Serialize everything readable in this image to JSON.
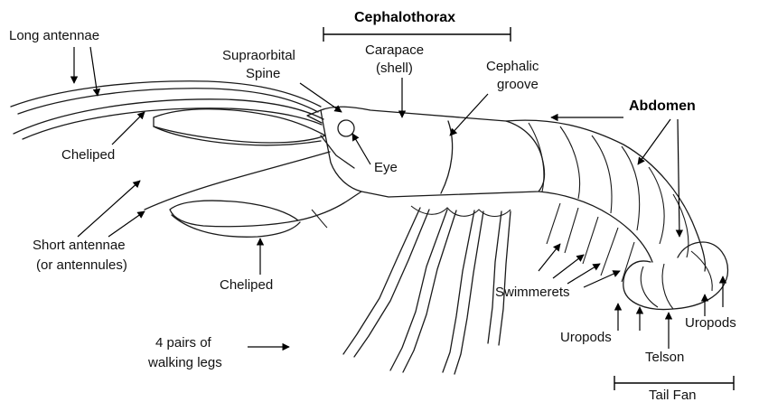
{
  "labels": {
    "cephalothorax": "Cephalothorax",
    "long_antennae": "Long antennae",
    "supraorbital_spine": [
      "Supraorbital",
      "Spine"
    ],
    "carapace": [
      "Carapace",
      "(shell)"
    ],
    "cephalic_groove": [
      "Cephalic",
      "groove"
    ],
    "abdomen": "Abdomen",
    "cheliped_upper": "Cheliped",
    "eye": "Eye",
    "short_antennae": [
      "Short antennae",
      "(or antennules)"
    ],
    "cheliped_lower": "Cheliped",
    "swimmerets": "Swimmerets",
    "walking_legs": [
      "4 pairs of",
      "walking legs"
    ],
    "uropods_left": "Uropods",
    "uropods_right": "Uropods",
    "telson": "Telson",
    "tail_fan": "Tail Fan"
  },
  "colors": {
    "ink": "#111111",
    "background": "#ffffff"
  }
}
